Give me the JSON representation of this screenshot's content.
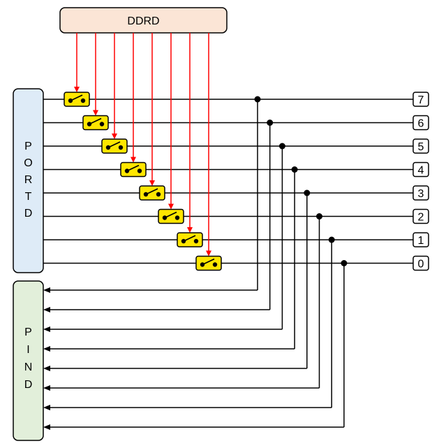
{
  "ddrd_label": "DDRD",
  "portd_letters": [
    "P",
    "O",
    "R",
    "T",
    "D"
  ],
  "pind_letters": [
    "P",
    "I",
    "N",
    "D"
  ],
  "pin_numbers": [
    "7",
    "6",
    "5",
    "4",
    "3",
    "2",
    "1",
    "0"
  ],
  "colors": {
    "ddrd_fill": "#fbe5d6",
    "portd_fill": "#deebf7",
    "pind_fill": "#e2efda",
    "switch_fill": "#ffe600",
    "control_arrow": "#ff0000",
    "wire": "#000000"
  },
  "icons": {
    "switch": "switch-icon",
    "junction": "junction-dot",
    "arrow": "arrow-head"
  }
}
